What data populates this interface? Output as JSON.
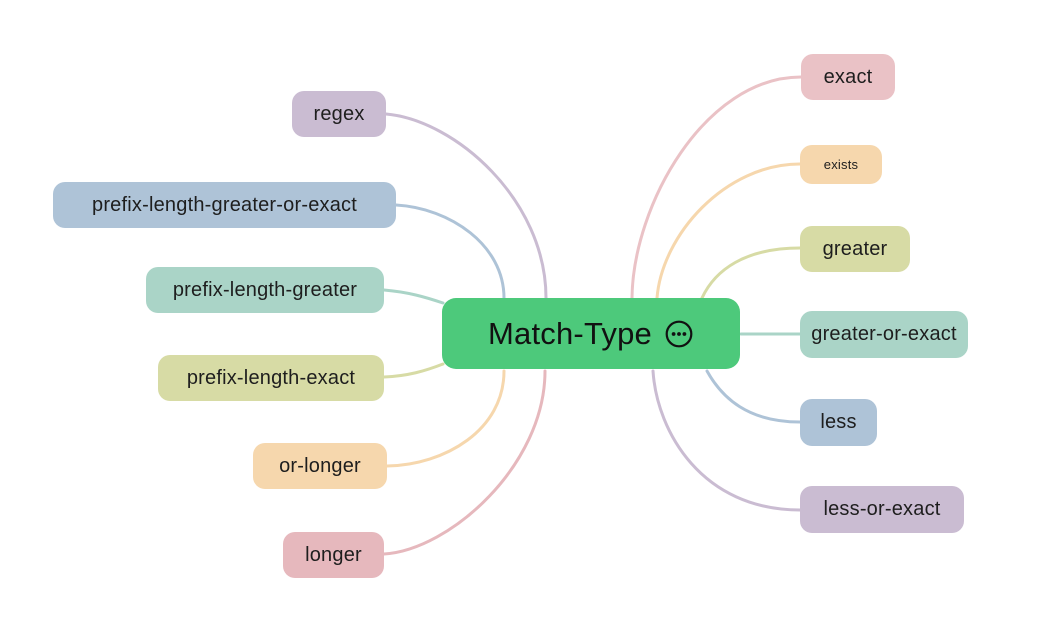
{
  "canvas": {
    "background": "#ffffff"
  },
  "mindmap": {
    "root": {
      "label": "Match-Type",
      "color": "#4dc97b",
      "icon": "ellipsis-circle"
    },
    "left": [
      {
        "label": "regex",
        "color": "#cabcd2"
      },
      {
        "label": "prefix-length-greater-or-exact",
        "color": "#aec3d7"
      },
      {
        "label": "prefix-length-greater",
        "color": "#aad4c7"
      },
      {
        "label": "prefix-length-exact",
        "color": "#d7dba5"
      },
      {
        "label": "or-longer",
        "color": "#f6d7ad"
      },
      {
        "label": "longer",
        "color": "#e6b8bd"
      }
    ],
    "right": [
      {
        "label": "exact",
        "color": "#eac2c6"
      },
      {
        "label": "exists",
        "color": "#f6d7ad"
      },
      {
        "label": "greater",
        "color": "#d7dba5"
      },
      {
        "label": "greater-or-exact",
        "color": "#aad4c7"
      },
      {
        "label": "less",
        "color": "#aec3d7"
      },
      {
        "label": "less-or-exact",
        "color": "#cabcd2"
      }
    ]
  }
}
